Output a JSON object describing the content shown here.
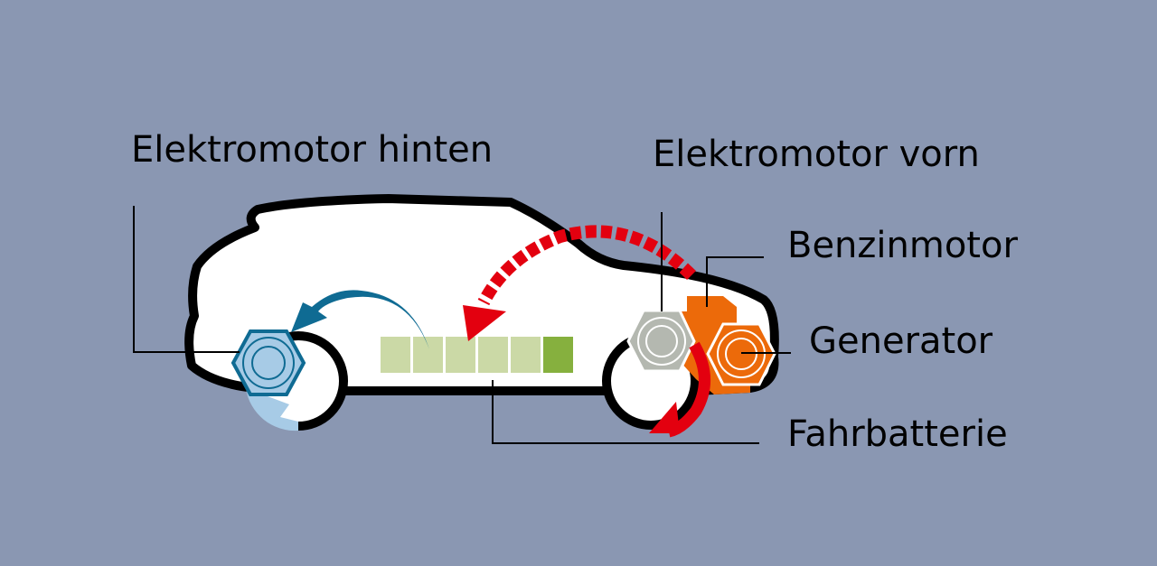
{
  "labels": {
    "rear_motor": "Elektromotor hinten",
    "front_motor": "Elektromotor vorn",
    "petrol_engine": "Benzinmotor",
    "generator": "Generator",
    "battery": "Fahrbatterie"
  },
  "colors": {
    "background": "#8a97b2",
    "rear_motor": "#a7cbe6",
    "rear_motor_stroke": "#0f6b93",
    "front_motor": "#b4b8b0",
    "engine": "#ec6a0a",
    "flow_red": "#e3000f",
    "flow_blue": "#0f6b93",
    "battery_cell": "#cbd9a6",
    "battery_cell_active": "#86b03e"
  },
  "battery": {
    "cells_total": 6,
    "cells_highlighted": 1
  }
}
